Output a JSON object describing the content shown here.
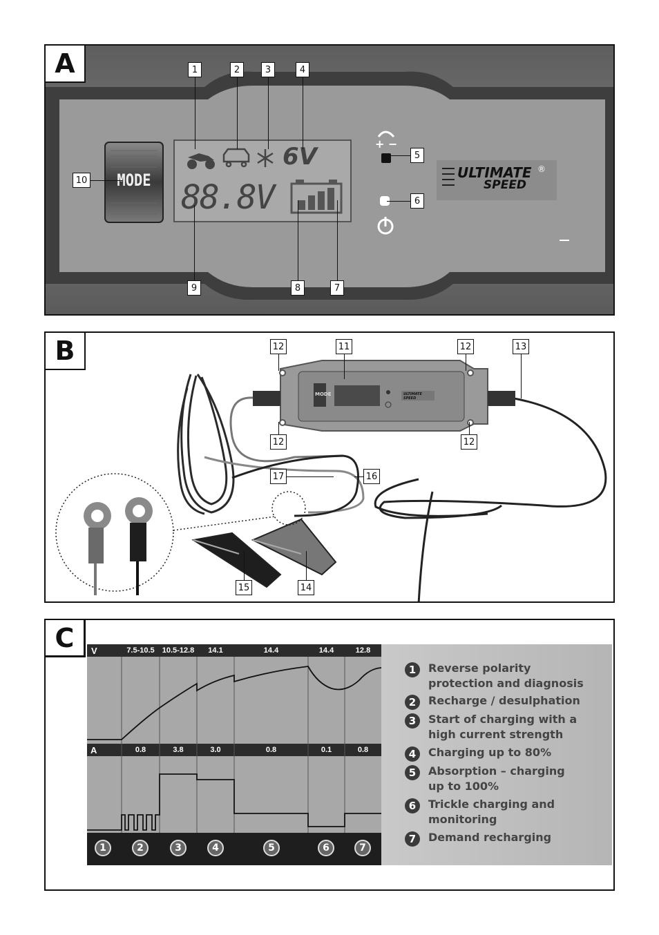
{
  "panel_a": {
    "label": "A",
    "mode_button": "MODE",
    "lcd_voltage": "6V",
    "lcd_reading": "88.8V",
    "brand_line1": "ULTIMATE",
    "brand_line2": "SPEED",
    "brand_reg": "®",
    "callouts": [
      "1",
      "2",
      "3",
      "4",
      "5",
      "6",
      "7",
      "8",
      "9",
      "10"
    ]
  },
  "panel_b": {
    "label": "B",
    "mode_button": "MODE",
    "brand": "ULTIMATE SPEED",
    "callouts": [
      "11",
      "12",
      "12",
      "12",
      "12",
      "13",
      "14",
      "15",
      "16",
      "17"
    ]
  },
  "panel_c": {
    "label": "C",
    "voltage_axis": "V",
    "current_axis": "A",
    "voltage_labels": [
      "7.5-10.5",
      "10.5-12.8",
      "14.1",
      "14.4",
      "14.4",
      "12.8"
    ],
    "current_labels": [
      "0.8",
      "3.8",
      "3.0",
      "0.8",
      "0.1",
      "0.8"
    ],
    "phase_numbers": [
      "1",
      "2",
      "3",
      "4",
      "5",
      "6",
      "7"
    ],
    "legend": [
      {
        "num": "1",
        "text": "Reverse polarity\nprotection and diagnosis"
      },
      {
        "num": "2",
        "text": "Recharge / desulphation"
      },
      {
        "num": "3",
        "text": "Start of charging with a\nhigh current strength"
      },
      {
        "num": "4",
        "text": "Charging up to 80%"
      },
      {
        "num": "5",
        "text": "Absorption – charging\nup to 100%"
      },
      {
        "num": "6",
        "text": "Trickle charging and\nmonitoring"
      },
      {
        "num": "7",
        "text": "Demand recharging"
      }
    ]
  },
  "colors": {
    "housing": "#7a7a7a",
    "panel_face": "#9a9a9a",
    "lcd": "#a9a9a9",
    "band": "#2b2b2b",
    "legend_bg": "#c4c4c4",
    "chart_bg": "#a6a6a6"
  }
}
